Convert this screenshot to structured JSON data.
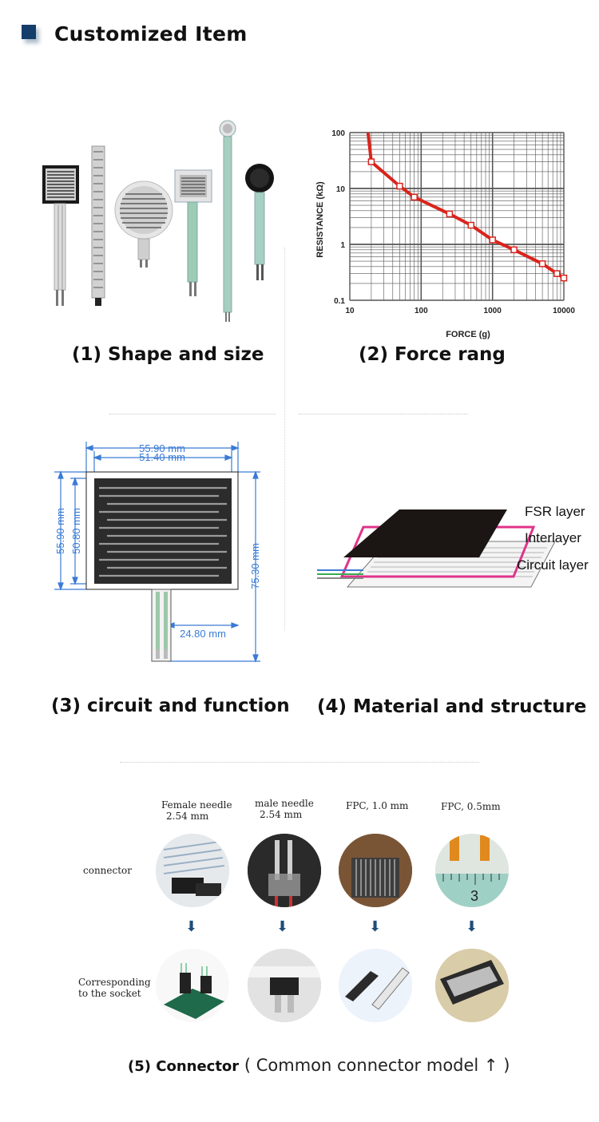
{
  "header": {
    "title": "Customized Item"
  },
  "sections": {
    "s1": "(1) Shape and size",
    "s2": "(2) Force rang",
    "s3": "(3) circuit and function",
    "s4": "(4) Material and structure"
  },
  "chart_data": {
    "type": "line",
    "xlabel": "FORCE (g)",
    "ylabel": "RESISTANCE (kΩ)",
    "xscale": "log",
    "yscale": "log",
    "xlim": [
      10,
      10000
    ],
    "ylim": [
      0.1,
      100
    ],
    "x_ticks": [
      "10",
      "100",
      "1000",
      "10000"
    ],
    "y_ticks": [
      "100",
      "10",
      "1",
      "0.1"
    ],
    "grid": true,
    "color": "#d9241c",
    "series": [
      {
        "x": [
          20,
          50,
          80,
          250,
          500,
          1000,
          2000,
          5000,
          8000,
          10000
        ],
        "y": [
          30,
          11,
          7,
          3.5,
          2.2,
          1.2,
          0.8,
          0.45,
          0.3,
          0.25
        ]
      }
    ]
  },
  "dimensions": {
    "outer_width": "55.90 mm",
    "inner_width": "51.40 mm",
    "outer_height": "55.90 mm",
    "inner_height": "50.80 mm",
    "total_height": "75.30 mm",
    "tail_offset": "24.80 mm"
  },
  "layers": [
    "FSR layer",
    "Interlayer",
    "Circuit layer"
  ],
  "connectors": {
    "row_label_top": "connector",
    "row_label_bottom_1": "Corresponding",
    "row_label_bottom_2": "to the socket",
    "items": [
      {
        "line1": "Female needle",
        "line2": "2.54 mm"
      },
      {
        "line1": "male needle",
        "line2": "2.54 mm"
      },
      {
        "line1": "FPC, 1.0 mm",
        "line2": ""
      },
      {
        "line1": "FPC, 0.5mm",
        "line2": ""
      }
    ],
    "ruler_number": "3"
  },
  "footer": {
    "bold": "(5) Connector",
    "rest": " ( Common connector model  ↑ )"
  }
}
